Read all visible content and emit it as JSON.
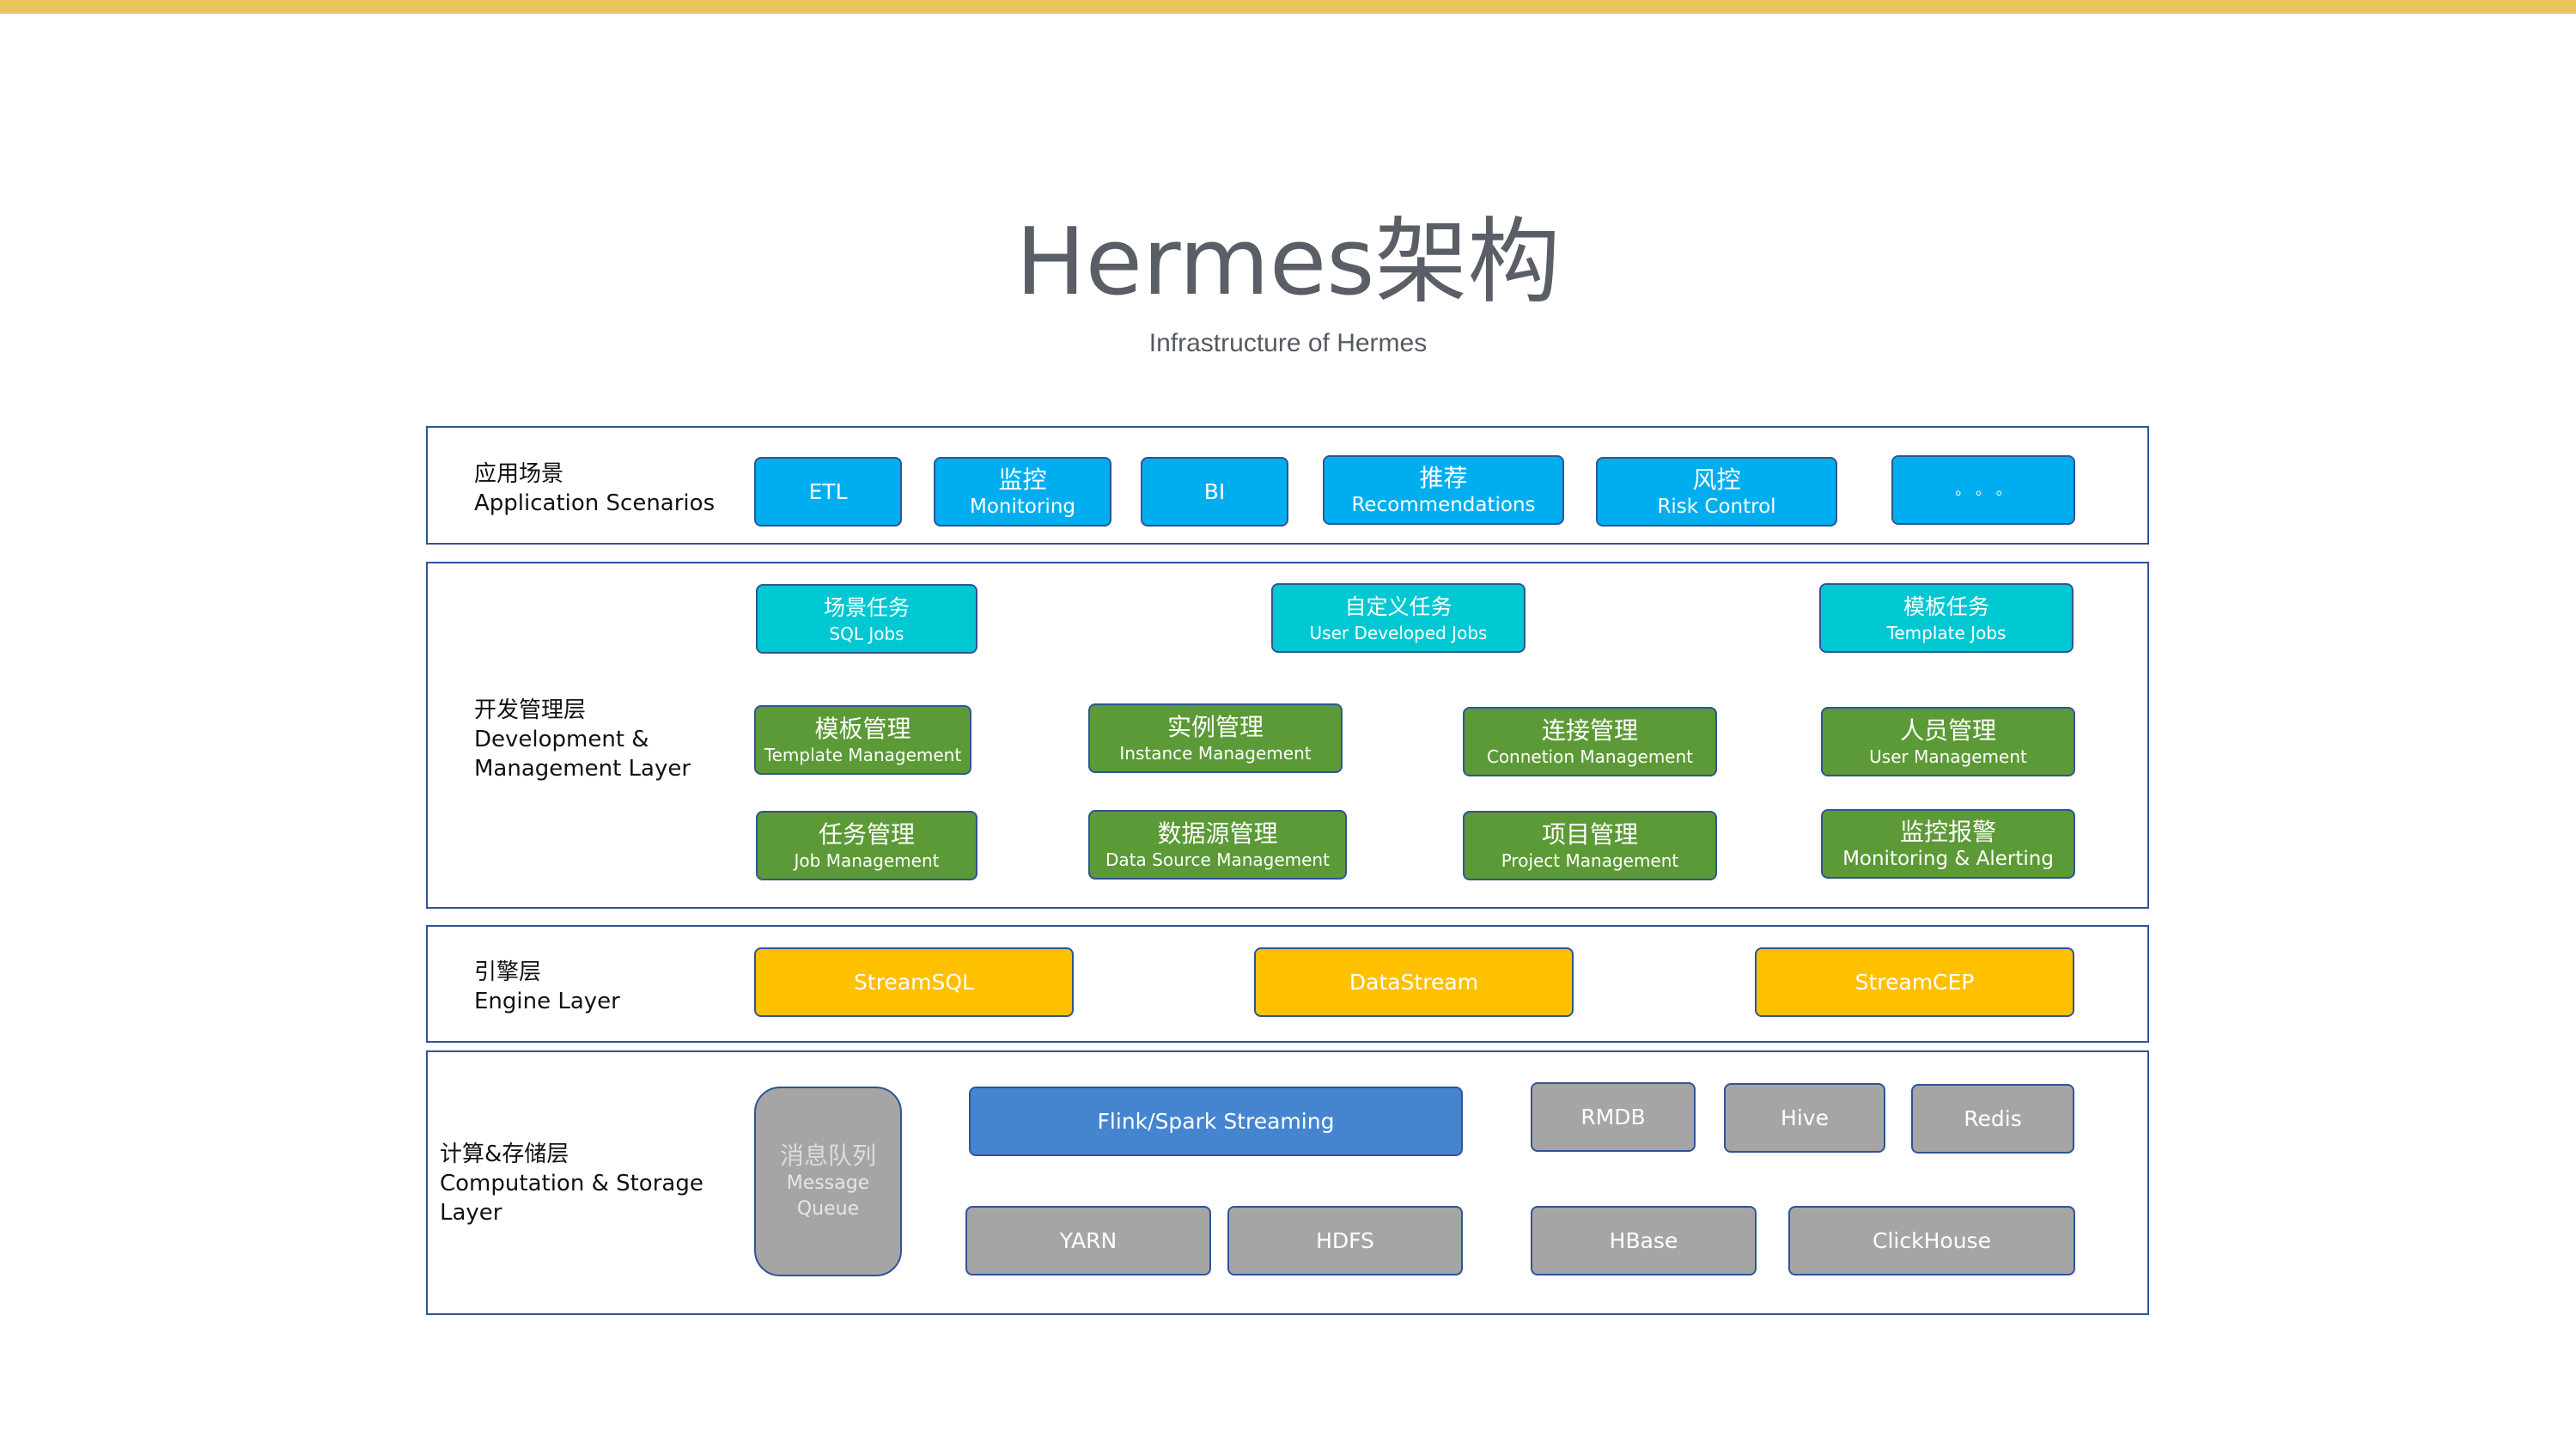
{
  "title": "Hermes架构",
  "subtitle": "Infrastructure of Hermes",
  "colors": {
    "top_bar": "#e9c45a",
    "border": "#2f5597",
    "app_blue": "#00aeef",
    "job_cyan": "#00c8d2",
    "mgmt_green": "#5b9a36",
    "engine_orange": "#ffc000",
    "storage_gray": "#a5a5a5",
    "flink_blue": "#4585d0"
  },
  "layers": {
    "application": {
      "label_zh": "应用场景",
      "label_en": "Application Scenarios",
      "items": [
        {
          "zh": "",
          "en": "ETL"
        },
        {
          "zh": "监控",
          "en": "Monitoring"
        },
        {
          "zh": "",
          "en": "BI"
        },
        {
          "zh": "推荐",
          "en": "Recommendations"
        },
        {
          "zh": "风控",
          "en": "Risk Control"
        },
        {
          "zh": "",
          "en": "。 。 。"
        }
      ]
    },
    "development": {
      "label_zh": "开发管理层",
      "label_en_1": "Development &",
      "label_en_2": "Management Layer",
      "jobs": [
        {
          "zh": "场景任务",
          "en": "SQL Jobs"
        },
        {
          "zh": "自定义任务",
          "en": "User Developed Jobs"
        },
        {
          "zh": "模板任务",
          "en": "Template Jobs"
        }
      ],
      "management": [
        {
          "zh": "模板管理",
          "en": "Template Management"
        },
        {
          "zh": "实例管理",
          "en": "Instance Management"
        },
        {
          "zh": "连接管理",
          "en": "Connetion Management"
        },
        {
          "zh": "人员管理",
          "en": "User Management"
        },
        {
          "zh": "任务管理",
          "en": "Job Management"
        },
        {
          "zh": "数据源管理",
          "en": "Data Source Management"
        },
        {
          "zh": "项目管理",
          "en": "Project Management"
        },
        {
          "zh": "监控报警",
          "en": "Monitoring & Alerting"
        }
      ]
    },
    "engine": {
      "label_zh": "引擎层",
      "label_en": "Engine Layer",
      "items": [
        "StreamSQL",
        "DataStream",
        "StreamCEP"
      ]
    },
    "computation": {
      "label_zh": "计算&存储层",
      "label_en_1": "Computation & Storage",
      "label_en_2": "Layer",
      "message_queue": {
        "zh": "消息队列",
        "en_1": "Message",
        "en_2": "Queue"
      },
      "flink": "Flink/Spark Streaming",
      "yarn": "YARN",
      "hdfs": "HDFS",
      "rmdb": "RMDB",
      "hive": "Hive",
      "redis": "Redis",
      "hbase": "HBase",
      "clickhouse": "ClickHouse"
    }
  }
}
